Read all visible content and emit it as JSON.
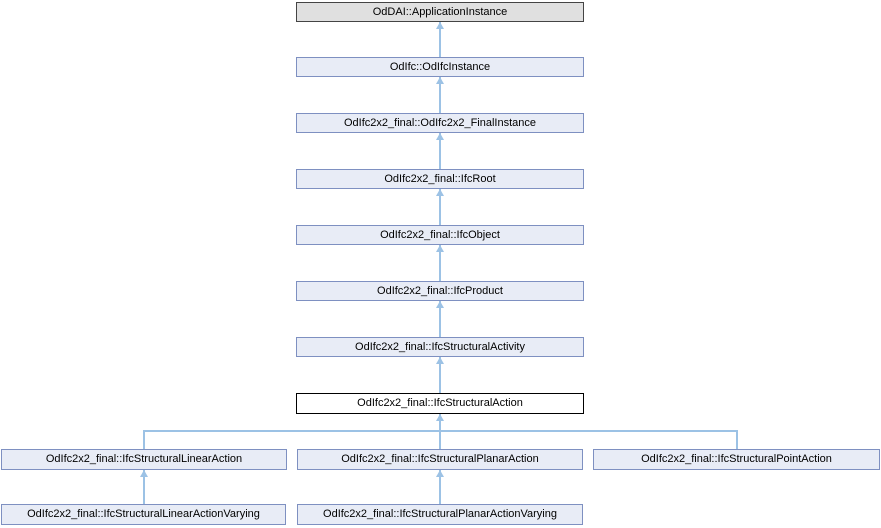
{
  "colors": {
    "edge": "#9cc2e5",
    "node_fill": "#e8ecf6",
    "node_border": "#7e90c1",
    "external_fill": "#e0e0e0",
    "external_border": "#444444",
    "current_fill": "#ffffff",
    "current_border": "#000000",
    "text": "#000000",
    "background": "#ffffff"
  },
  "graph": {
    "type": "class-inheritance-diagram",
    "current_class": "OdIfc2x2_final::IfcStructuralAction",
    "nodes": [
      {
        "label": "OdDAI::ApplicationInstance",
        "kind": "external"
      },
      {
        "label": "OdIfc::OdIfcInstance",
        "kind": "linked"
      },
      {
        "label": "OdIfc2x2_final::OdIfc2x2_FinalInstance",
        "kind": "linked"
      },
      {
        "label": "OdIfc2x2_final::IfcRoot",
        "kind": "linked"
      },
      {
        "label": "OdIfc2x2_final::IfcObject",
        "kind": "linked"
      },
      {
        "label": "OdIfc2x2_final::IfcProduct",
        "kind": "linked"
      },
      {
        "label": "OdIfc2x2_final::IfcStructuralActivity",
        "kind": "linked"
      },
      {
        "label": "OdIfc2x2_final::IfcStructuralAction",
        "kind": "current"
      },
      {
        "label": "OdIfc2x2_final::IfcStructuralLinearAction",
        "kind": "linked"
      },
      {
        "label": "OdIfc2x2_final::IfcStructuralPlanarAction",
        "kind": "linked"
      },
      {
        "label": "OdIfc2x2_final::IfcStructuralPointAction",
        "kind": "linked"
      },
      {
        "label": "OdIfc2x2_final::IfcStructuralLinearActionVarying",
        "kind": "linked"
      },
      {
        "label": "OdIfc2x2_final::IfcStructuralPlanarActionVarying",
        "kind": "linked"
      }
    ],
    "edges": [
      {
        "child": "OdIfc::OdIfcInstance",
        "parent": "OdDAI::ApplicationInstance"
      },
      {
        "child": "OdIfc2x2_final::OdIfc2x2_FinalInstance",
        "parent": "OdIfc::OdIfcInstance"
      },
      {
        "child": "OdIfc2x2_final::IfcRoot",
        "parent": "OdIfc2x2_final::OdIfc2x2_FinalInstance"
      },
      {
        "child": "OdIfc2x2_final::IfcObject",
        "parent": "OdIfc2x2_final::IfcRoot"
      },
      {
        "child": "OdIfc2x2_final::IfcProduct",
        "parent": "OdIfc2x2_final::IfcObject"
      },
      {
        "child": "OdIfc2x2_final::IfcStructuralActivity",
        "parent": "OdIfc2x2_final::IfcProduct"
      },
      {
        "child": "OdIfc2x2_final::IfcStructuralAction",
        "parent": "OdIfc2x2_final::IfcStructuralActivity"
      },
      {
        "child": "OdIfc2x2_final::IfcStructuralLinearAction",
        "parent": "OdIfc2x2_final::IfcStructuralAction"
      },
      {
        "child": "OdIfc2x2_final::IfcStructuralPlanarAction",
        "parent": "OdIfc2x2_final::IfcStructuralAction"
      },
      {
        "child": "OdIfc2x2_final::IfcStructuralPointAction",
        "parent": "OdIfc2x2_final::IfcStructuralAction"
      },
      {
        "child": "OdIfc2x2_final::IfcStructuralLinearActionVarying",
        "parent": "OdIfc2x2_final::IfcStructuralLinearAction"
      },
      {
        "child": "OdIfc2x2_final::IfcStructuralPlanarActionVarying",
        "parent": "OdIfc2x2_final::IfcStructuralPlanarAction"
      }
    ]
  }
}
